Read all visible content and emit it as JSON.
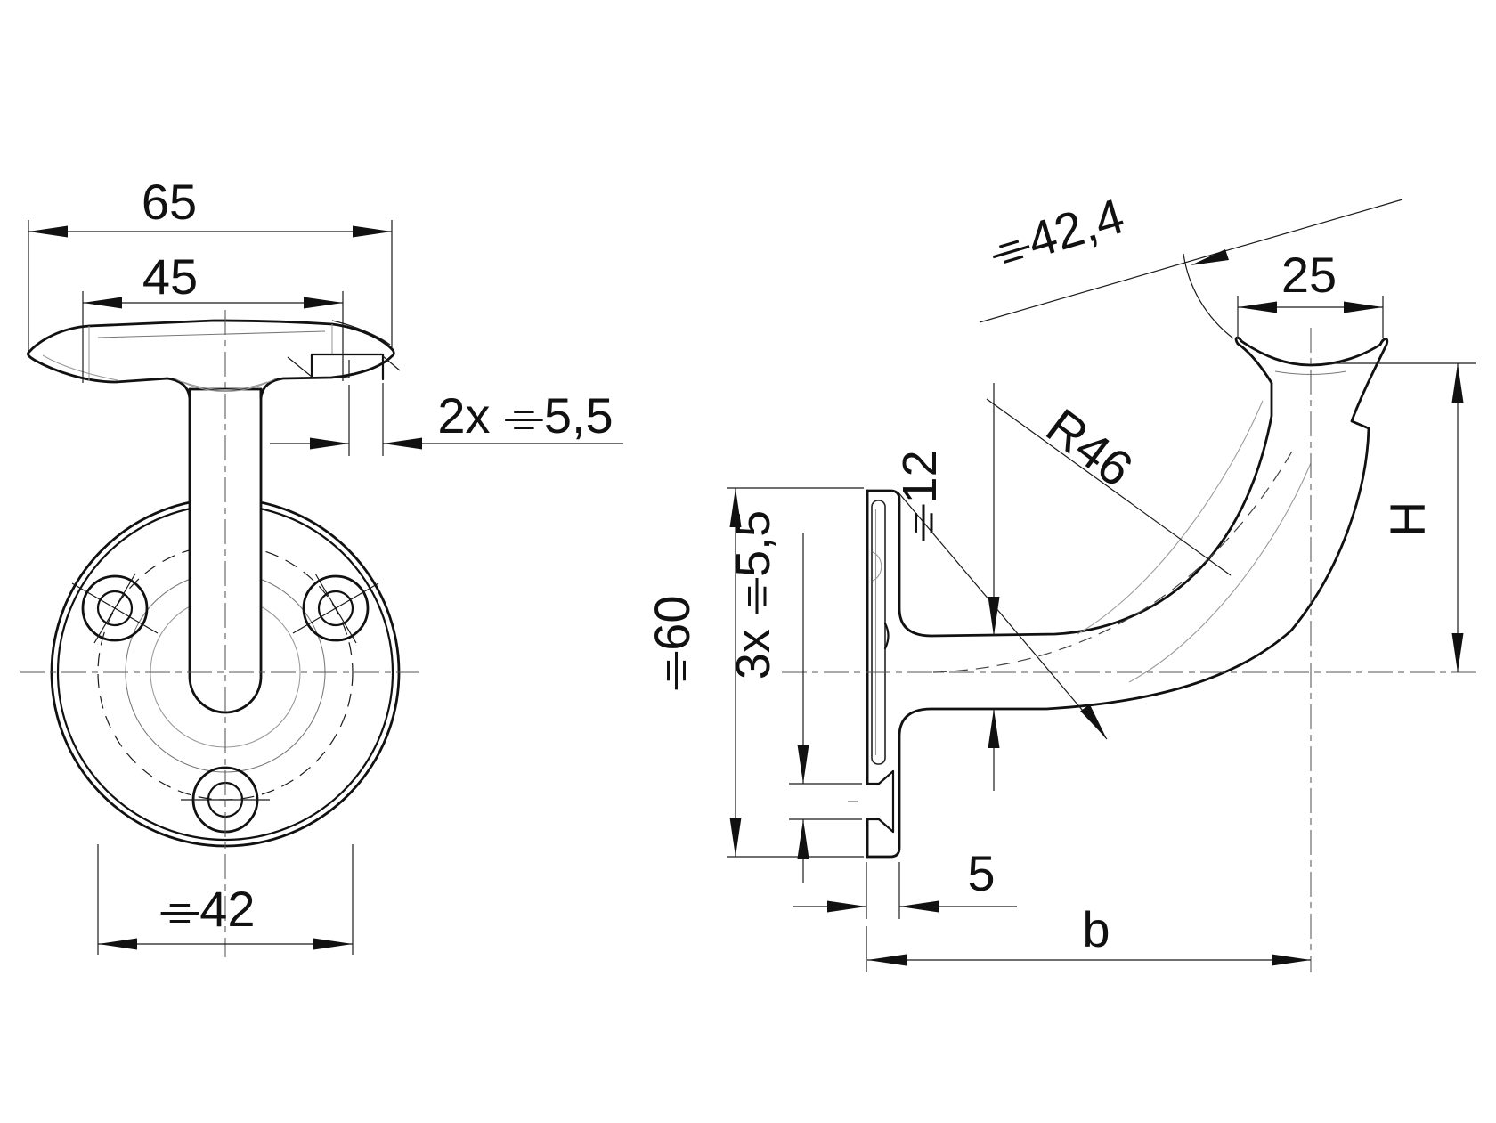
{
  "drawing": {
    "type": "technical drawing - handrail bracket, two orthographic views (front view with round wall plate, side section view)",
    "line_color": "#111111",
    "background": "#ffffff",
    "front_view": {
      "dim_width_outer": "65",
      "dim_width_inner": "45",
      "dim_top_holes": "2x ⌯5,5",
      "dim_bolt_circle": "⌯42"
    },
    "side_view": {
      "dim_handrail": "⌯42,4",
      "dim_saddle_width": "25",
      "dim_bend_radius": "R46",
      "dim_arm_diameter": "⌯12",
      "dim_plate_diameter": "⌯60",
      "dim_plate_holes": "3x ⌯5,5",
      "dim_height": "H",
      "dim_plate_thickness": "5",
      "dim_projection": "b"
    }
  }
}
